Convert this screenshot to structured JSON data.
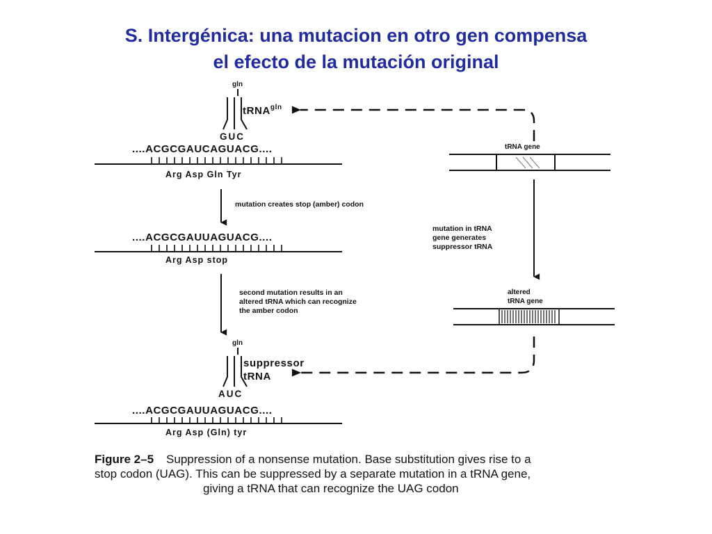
{
  "title": {
    "line1": "S. Intergénica: una mutacion en otro gen compensa",
    "line2": "el efecto de la mutación original"
  },
  "colors": {
    "title": "#1f2b9e",
    "ink": "#111111"
  },
  "figure": {
    "panel1": {
      "aa_label": "gln",
      "trna_label": "tRNA",
      "trna_sup": "gln",
      "anticodon": "GUC",
      "sequence": "....ACGCGAUCAGUACG....",
      "amino_acids": "Arg  Asp  Gln  Tyr"
    },
    "step1_label": "mutation creates stop (amber) codon",
    "panel2": {
      "sequence": "....ACGCGAUUAGUACG....",
      "amino_acids": "Arg  Asp  stop"
    },
    "step2_label": {
      "line1": "second mutation results in an",
      "line2": "altered tRNA which can recognize",
      "line3": "the amber codon"
    },
    "panel3": {
      "aa_label": "gln",
      "trna_label1": "suppressor",
      "trna_label2": "tRNA",
      "anticodon": "AUC",
      "sequence": "....ACGCGAUUAGUACG....",
      "amino_acids": "Arg  Asp (Gln)  tyr"
    },
    "gene_top_label": "tRNA gene",
    "gene_mutation_label": {
      "line1": "mutation in tRNA",
      "line2": "gene generates",
      "line3": "suppressor tRNA"
    },
    "gene_bottom_label": {
      "line1": "altered",
      "line2": "tRNA gene"
    },
    "caption": {
      "lead": "Figure 2–5",
      "line1": "Suppression of a nonsense mutation. Base substitution gives rise to a",
      "line2": "stop codon (UAG). This can be suppressed by a separate mutation in a tRNA gene,",
      "line3": "giving a tRNA that can recognize the UAG codon"
    }
  }
}
